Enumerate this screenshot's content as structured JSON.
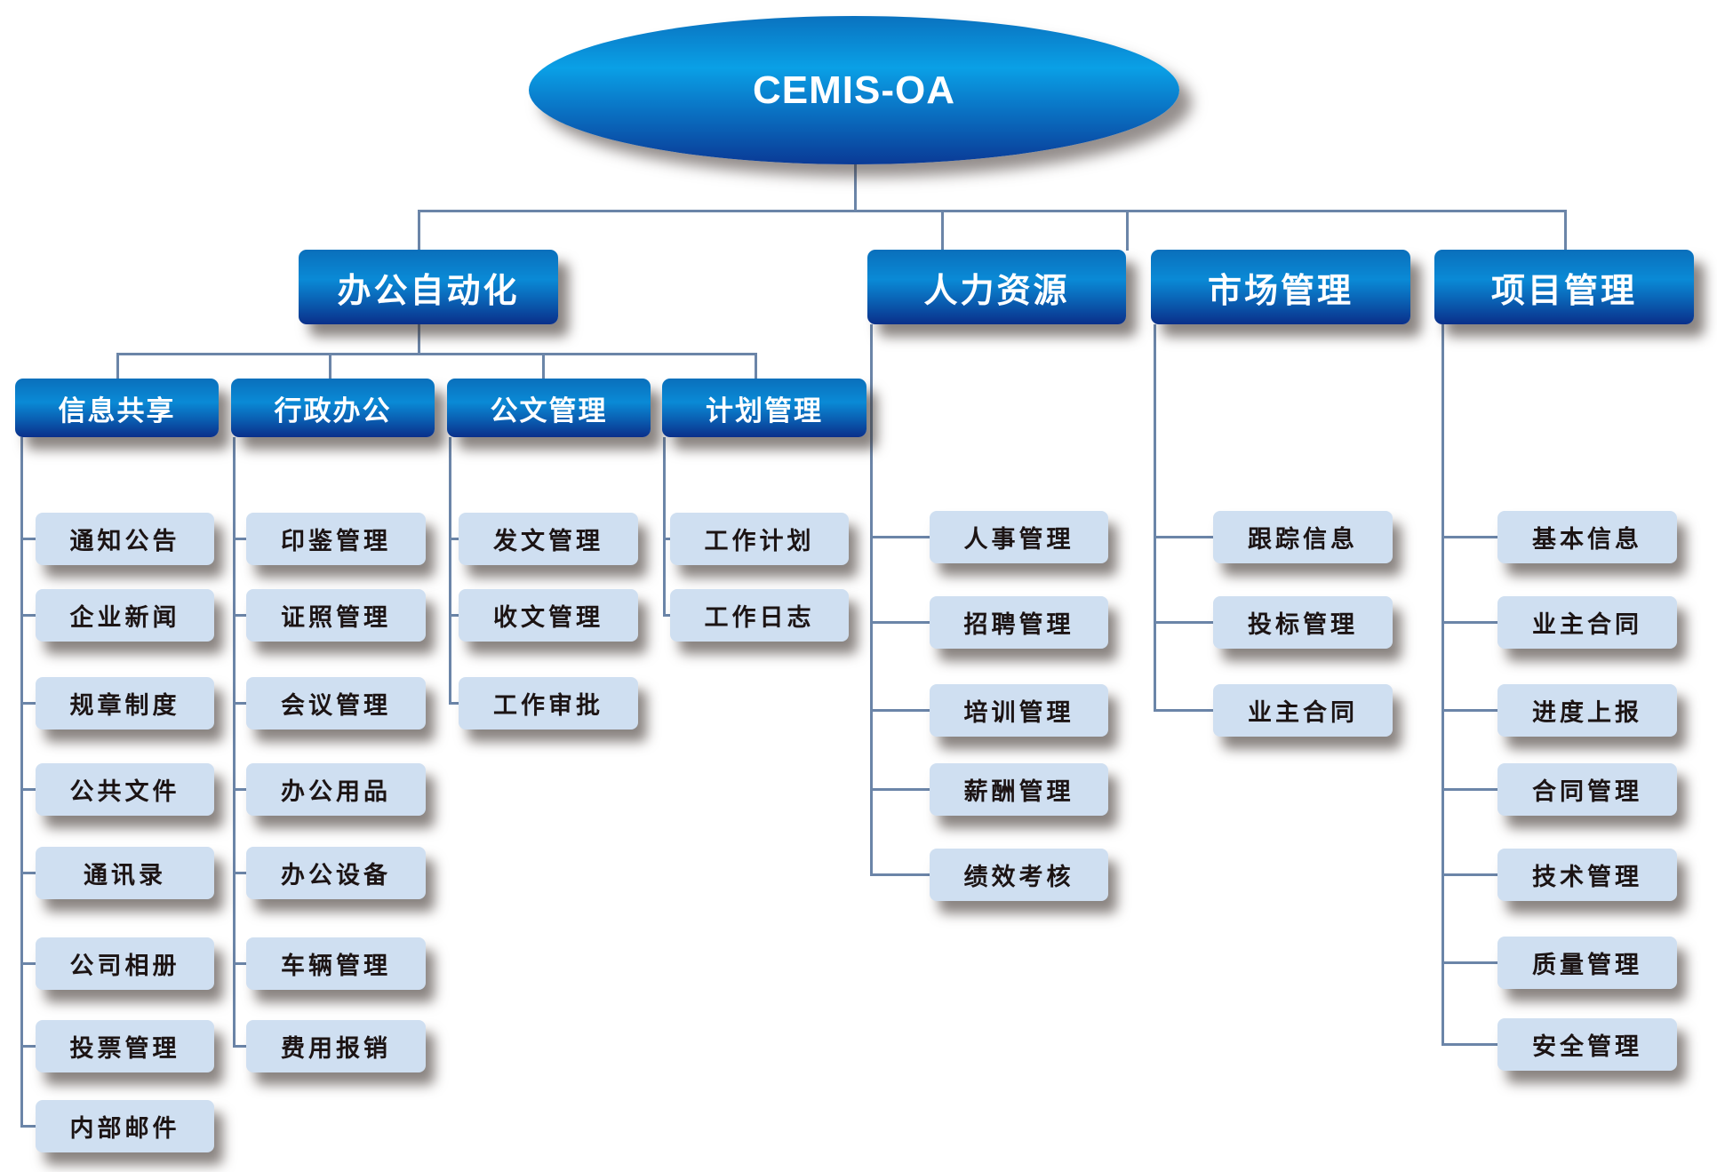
{
  "root": {
    "label": "CEMIS-OA"
  },
  "level1": [
    {
      "label": "办公自动化"
    },
    {
      "label": "人力资源"
    },
    {
      "label": "市场管理"
    },
    {
      "label": "项目管理"
    }
  ],
  "office": {
    "groups": [
      {
        "label": "信息共享",
        "items": [
          "通知公告",
          "企业新闻",
          "规章制度",
          "公共文件",
          "通讯录",
          "公司相册",
          "投票管理",
          "内部邮件"
        ]
      },
      {
        "label": "行政办公",
        "items": [
          "印鉴管理",
          "证照管理",
          "会议管理",
          "办公用品",
          "办公设备",
          "车辆管理",
          "费用报销"
        ]
      },
      {
        "label": "公文管理",
        "items": [
          "发文管理",
          "收文管理",
          "工作审批"
        ]
      },
      {
        "label": "计划管理",
        "items": [
          "工作计划",
          "工作日志"
        ]
      }
    ]
  },
  "hr": {
    "items": [
      "人事管理",
      "招聘管理",
      "培训管理",
      "薪酬管理",
      "绩效考核"
    ]
  },
  "market": {
    "items": [
      "跟踪信息",
      "投标管理",
      "业主合同"
    ]
  },
  "project": {
    "items": [
      "基本信息",
      "业主合同",
      "进度上报",
      "合同管理",
      "技术管理",
      "质量管理",
      "安全管理"
    ]
  },
  "colors": {
    "primary_blue": "#0a78c8",
    "leaf_fill": "#cfdff1",
    "connector": "#6b85a8"
  }
}
